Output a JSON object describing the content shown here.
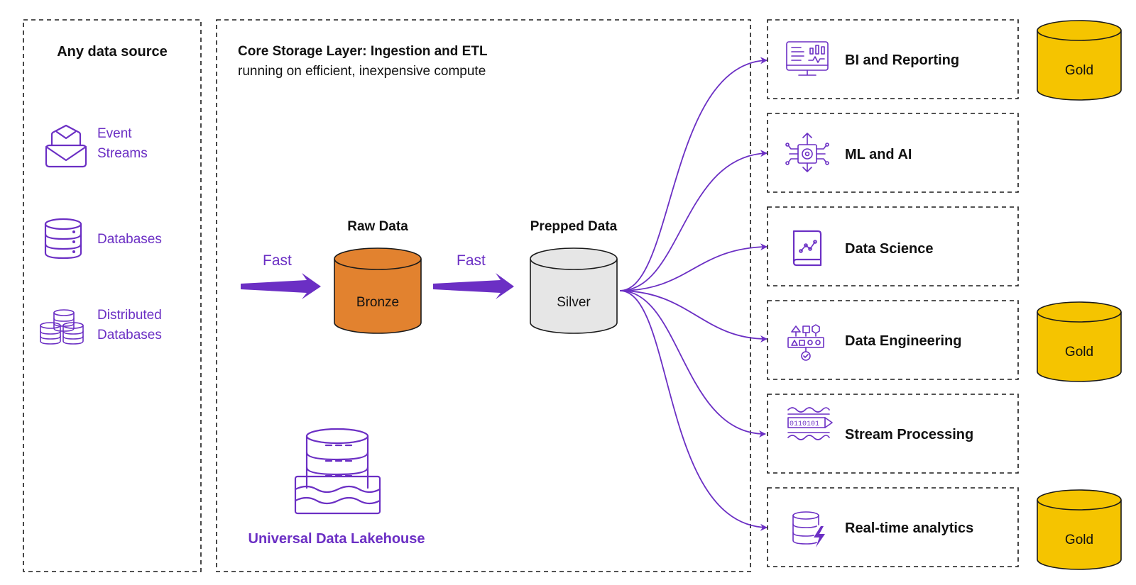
{
  "sources": {
    "title": "Any data source",
    "items": [
      {
        "line1": "Event",
        "line2": "Streams",
        "icon": "mail-stack-icon"
      },
      {
        "line1": "Databases",
        "line2": "",
        "icon": "database-icon"
      },
      {
        "line1": "Distributed",
        "line2": "Databases",
        "icon": "distributed-databases-icon"
      }
    ]
  },
  "core": {
    "title": "Core Storage Layer: Ingestion and ETL",
    "subtitle": "running on efficient, inexpensive compute",
    "arrow1_label": "Fast",
    "arrow2_label": "Fast",
    "raw": {
      "title": "Raw Data",
      "label": "Bronze"
    },
    "prepped": {
      "title": "Prepped Data",
      "label": "Silver"
    },
    "lakehouse_label": "Universal Data Lakehouse"
  },
  "consumers": [
    {
      "label": "BI and Reporting",
      "icon": "dashboard-monitor-icon"
    },
    {
      "label": "ML and AI",
      "icon": "chip-gear-icon"
    },
    {
      "label": "Data Science",
      "icon": "book-chart-icon"
    },
    {
      "label": "Data Engineering",
      "icon": "pipeline-shapes-icon"
    },
    {
      "label": "Stream Processing",
      "icon": "binary-stream-icon"
    },
    {
      "label": "Real-time analytics",
      "icon": "database-lightning-icon"
    }
  ],
  "gold": [
    "Gold",
    "Gold",
    "Gold"
  ],
  "colors": {
    "purple": "#6b2fc4",
    "bronze": "#e2822f",
    "silver": "#e6e6e6",
    "gold": "#f5c400"
  }
}
